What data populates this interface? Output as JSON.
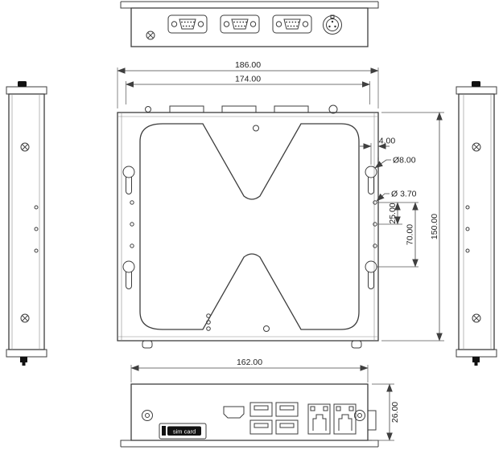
{
  "dimensions": {
    "overall_width": "186.00",
    "mount_width": "174.00",
    "overall_height": "150.00",
    "hole_edge_offset": "4.00",
    "keyhole_diameter": "Ø8.00",
    "small_hole_diameter": "Ø 3.70",
    "small_hole_pitch": "25.00",
    "hole_span": "70.00",
    "bottom_width": "162.00",
    "side_depth": "26.00"
  },
  "labels": {
    "sim_card": "sim card"
  },
  "colors": {
    "line": "#3d3d3d",
    "dimension": "#444444",
    "text": "#1f1f1f",
    "background": "#ffffff",
    "connector_fill": "#111111"
  }
}
